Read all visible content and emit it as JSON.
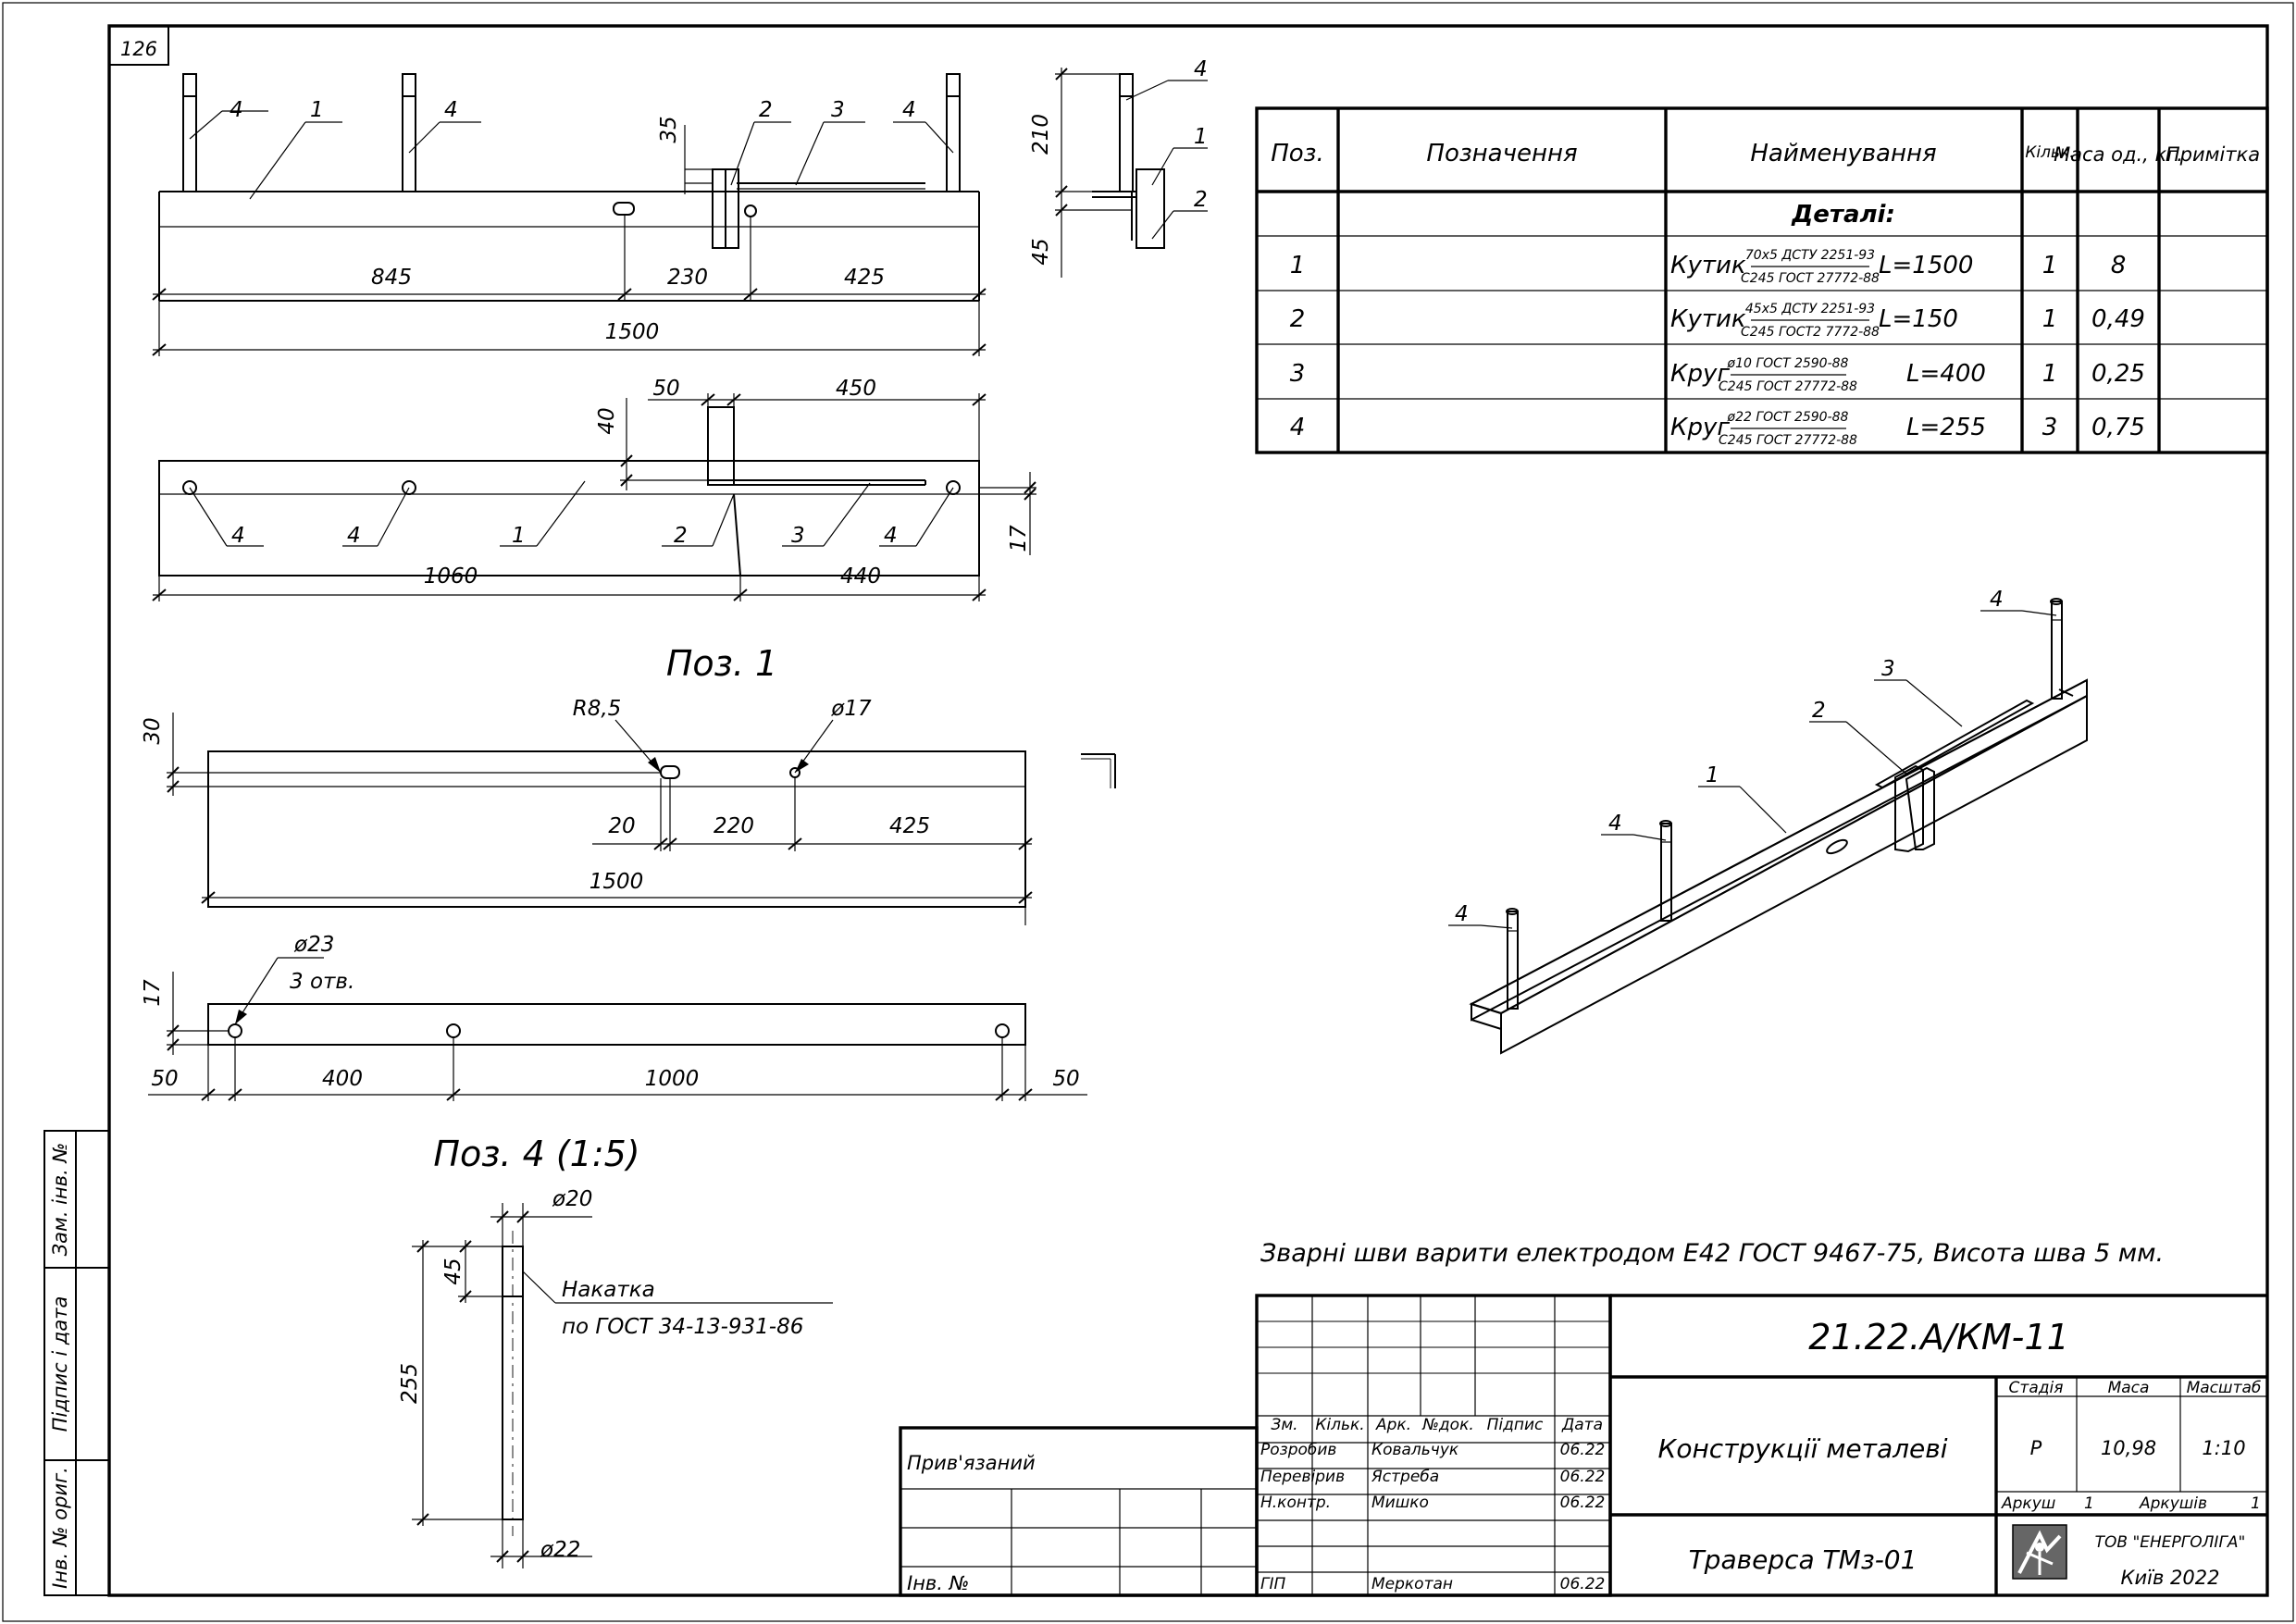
{
  "sheet": {
    "number": "126"
  },
  "views": {
    "front": {
      "dims": [
        "845",
        "230",
        "425",
        "1500",
        "35"
      ],
      "leaders": [
        "4",
        "1",
        "4",
        "2",
        "3",
        "4"
      ]
    },
    "side": {
      "dims": [
        "210",
        "45"
      ],
      "leaders": [
        "4",
        "1",
        "2"
      ]
    },
    "plan": {
      "dims": [
        "50",
        "450",
        "40",
        "1060",
        "440",
        "17"
      ],
      "leaders": [
        "4",
        "4",
        "1",
        "2",
        "3",
        "4"
      ]
    },
    "pos1": {
      "title": "Поз. 1",
      "dims": [
        "30",
        "20",
        "220",
        "425",
        "1500"
      ],
      "callouts": [
        "R8,5",
        "ø17"
      ]
    },
    "pos1_holes": {
      "dims": [
        "17",
        "50",
        "400",
        "1000",
        "50"
      ],
      "callouts": [
        "ø23",
        "3 отв."
      ]
    },
    "pos4": {
      "title": "Поз. 4 (1:5)",
      "dims": [
        "ø20",
        "45",
        "255",
        "ø22"
      ],
      "note_line1": "Накатка",
      "note_line2": "по ГОСТ 34-13-931-86"
    },
    "isometric": {
      "leaders": [
        "4",
        "3",
        "2",
        "1",
        "4",
        "4"
      ]
    }
  },
  "spec_table": {
    "headers": [
      "Поз.",
      "Позначення",
      "Найменування",
      "Кільк.",
      "Маса од., кг.",
      "Примітка"
    ],
    "section": "Деталі:",
    "rows": [
      {
        "pos": "1",
        "designation": "",
        "name": "Кутик",
        "spec_top": "70x5 ДСТУ 2251-93",
        "spec_bottom": "С245 ГОСТ 27772-88",
        "length": "L=1500",
        "qty": "1",
        "mass": "8",
        "note": ""
      },
      {
        "pos": "2",
        "designation": "",
        "name": "Кутик",
        "spec_top": "45x5 ДСТУ 2251-93",
        "spec_bottom": "С245 ГОСТ2 7772-88",
        "length": "L=150",
        "qty": "1",
        "mass": "0,49",
        "note": ""
      },
      {
        "pos": "3",
        "designation": "",
        "name": "Круг",
        "spec_top": "ø10 ГОСТ 2590-88",
        "spec_bottom": "С245 ГОСТ 27772-88",
        "length": "L=400",
        "qty": "1",
        "mass": "0,25",
        "note": ""
      },
      {
        "pos": "4",
        "designation": "",
        "name": "Круг",
        "spec_top": "ø22 ГОСТ 2590-88",
        "spec_bottom": "С245 ГОСТ 27772-88",
        "length": "L=255",
        "qty": "3",
        "mass": "0,75",
        "note": ""
      }
    ]
  },
  "welding_note": "Зварні шви варити електродом Е42 ГОСТ 9467-75, Висота шва 5 мм.",
  "title_block": {
    "code": "21.22.А/КМ-11",
    "section_title": "Конструкції металеві",
    "drawing_title": "Траверса ТМз-01",
    "stage_label": "Стадія",
    "mass_label": "Маса",
    "scale_label": "Масштаб",
    "stage": "Р",
    "mass": "10,98",
    "scale": "1:10",
    "sheet_label": "Аркуш",
    "sheet": "1",
    "sheets_label": "Аркушів",
    "sheets": "1",
    "company": "ТОВ \"ЕНЕРГОЛІГА\"",
    "city_year": "Київ 2022",
    "col_headers": [
      "Зм.",
      "Кільк.",
      "Арк.",
      "№док.",
      "Підпис",
      "Дата"
    ],
    "signatures": [
      {
        "role": "Розробив",
        "name": "Ковальчук",
        "date": "06.22"
      },
      {
        "role": "Перевірив",
        "name": "Ястреба",
        "date": "06.22"
      },
      {
        "role": "Н.контр.",
        "name": "Мишко",
        "date": "06.22"
      },
      {
        "role": "ГІП",
        "name": "Меркотан",
        "date": "06.22"
      }
    ],
    "linked_label": "Прив'язаний",
    "inv_label": "Інв. №"
  },
  "margin_stamp": [
    "Зам. інв. №",
    "Підпис і дата",
    "Інв. № ориг."
  ]
}
